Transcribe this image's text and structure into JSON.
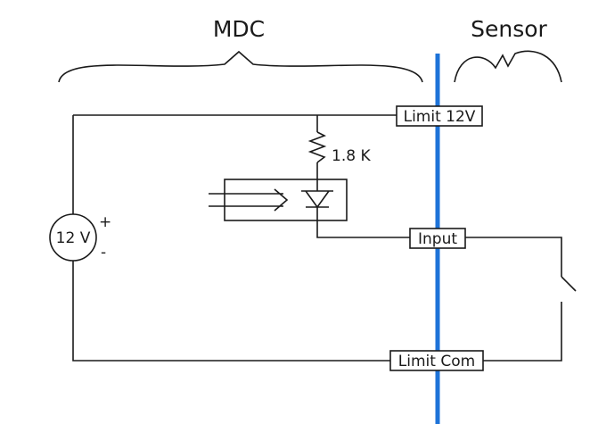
{
  "headers": {
    "left": "MDC",
    "right": "Sensor"
  },
  "resistor": {
    "label": "1.8 K"
  },
  "supply": {
    "label": "12 V",
    "plus": "+",
    "minus": "-"
  },
  "terminals": {
    "limit_12v": "Limit 12V",
    "input": "Input",
    "limit_com": "Limit Com"
  },
  "colors": {
    "divider": "#1e73d8",
    "wire": "#1a1a1a"
  }
}
